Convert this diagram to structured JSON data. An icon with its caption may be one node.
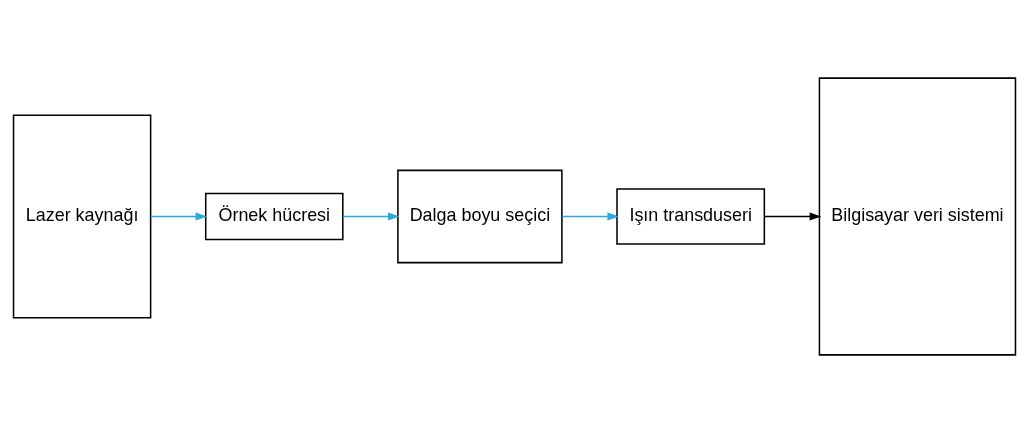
{
  "diagram": {
    "nodes": [
      {
        "text": [
          "Örnek hücresi"
        ]
      },
      {
        "text": [
          "Dalga boyu seçici"
        ]
      },
      {
        "text": [
          "Işın transduseri"
        ]
      },
      {
        "text": [
          "Bilgisayar veri sistemi"
        ]
      },
      {
        "text": [
          "Lazer kaynağı"
        ]
      }
    ],
    "edges": [
      {
        "from": 4,
        "to": 0,
        "arrow": "to"
      },
      {
        "from": 0,
        "to": 1,
        "arrow": "to"
      },
      {
        "from": 1,
        "to": 2,
        "arrow": "to"
      },
      {
        "from": 2,
        "to": 3,
        "arrow": "to",
        "color": "#000000"
      }
    ]
  }
}
